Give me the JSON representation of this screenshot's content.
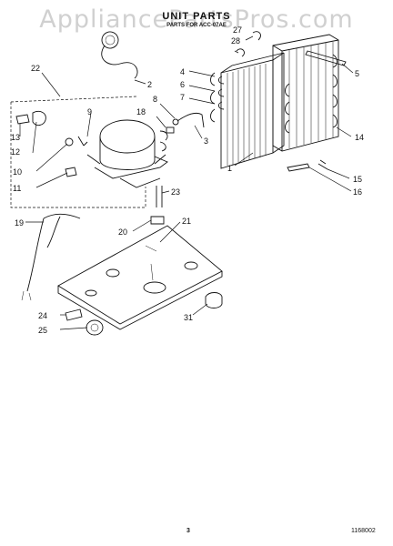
{
  "watermark": "AppliancePartsPros.com",
  "title": "UNIT PARTS",
  "subtitle": "PARTS FOR ACC-07AE",
  "page_number": "3",
  "doc_number": "1168002",
  "callouts": [
    "1",
    "2",
    "3",
    "4",
    "5",
    "6",
    "7",
    "8",
    "9",
    "10",
    "11",
    "12",
    "13",
    "14",
    "15",
    "16",
    "18",
    "19",
    "20",
    "21",
    "22",
    "23",
    "24",
    "25",
    "27",
    "28",
    "31"
  ]
}
